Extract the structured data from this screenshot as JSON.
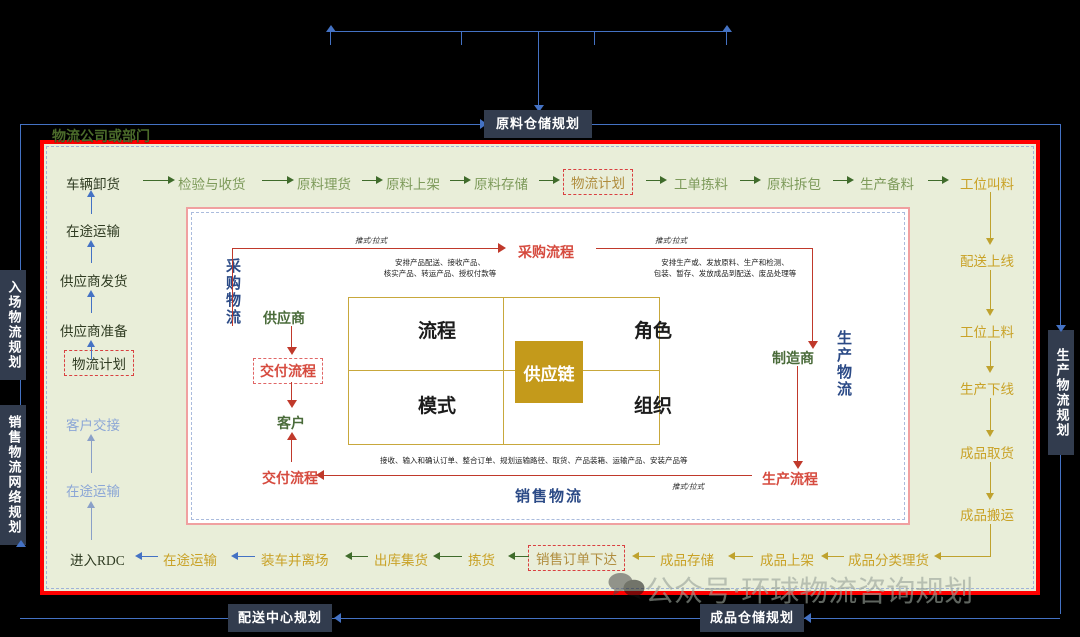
{
  "meta": {
    "corp_label": "物流公司或部门"
  },
  "outer_labels": {
    "top": "原料仓储规划",
    "bottom_left": "配送中心规划",
    "bottom_right": "成品仓储规划",
    "left_top": "入场物流规划",
    "left_bottom": "销售物流网络规划",
    "right": "生产物流规划"
  },
  "top_flow": [
    {
      "label": "车辆卸货",
      "style": "dark"
    },
    {
      "label": "检验与收货",
      "style": "green"
    },
    {
      "label": "原料理货",
      "style": "green"
    },
    {
      "label": "原料上架",
      "style": "green"
    },
    {
      "label": "原料存储",
      "style": "green"
    },
    {
      "label": "物流计划",
      "style": "dashed-gold"
    },
    {
      "label": "工单拣料",
      "style": "green"
    },
    {
      "label": "原料拆包",
      "style": "green"
    },
    {
      "label": "生产备料",
      "style": "green"
    },
    {
      "label": "工位叫料",
      "style": "gold"
    }
  ],
  "left_flow_upper": [
    {
      "label": "车辆卸货",
      "style": "dark"
    },
    {
      "label": "在途运输",
      "style": "dark"
    },
    {
      "label": "供应商发货",
      "style": "dark"
    },
    {
      "label": "供应商准备",
      "style": "dark"
    },
    {
      "label": "物流计划",
      "style": "dashed-dark"
    }
  ],
  "left_flow_lower": [
    {
      "label": "客户交接",
      "style": "blue"
    },
    {
      "label": "在途运输",
      "style": "blue"
    },
    {
      "label": "进入RDC",
      "style": "dark"
    }
  ],
  "right_flow": [
    {
      "label": "工位叫料",
      "style": "gold"
    },
    {
      "label": "配送上线",
      "style": "gold"
    },
    {
      "label": "工位上料",
      "style": "gold"
    },
    {
      "label": "生产下线",
      "style": "gold"
    },
    {
      "label": "成品取货",
      "style": "gold"
    },
    {
      "label": "成品搬运",
      "style": "gold"
    }
  ],
  "bottom_flow": [
    {
      "label": "进入RDC",
      "style": "dark"
    },
    {
      "label": "在途运输",
      "style": "gold"
    },
    {
      "label": "装车并离场",
      "style": "gold"
    },
    {
      "label": "出库集货",
      "style": "gold"
    },
    {
      "label": "拣货",
      "style": "gold"
    },
    {
      "label": "销售订单下达",
      "style": "dashed-gold"
    },
    {
      "label": "成品存储",
      "style": "gold"
    },
    {
      "label": "成品上架",
      "style": "gold"
    },
    {
      "label": "成品分类理货",
      "style": "gold"
    }
  ],
  "center": {
    "left_vertical": "采购物流",
    "right_vertical": "生产物流",
    "bottom_label": "销售物流",
    "purchase_process": "采购流程",
    "production_process": "生产流程",
    "delivery_process_top": "交付流程",
    "delivery_process_bottom": "交付流程",
    "supplier": "供应商",
    "customer": "客户",
    "manufacturer": "制造商",
    "push_pull": "推式/拉式",
    "note_left": "安排产品配送、接收产品、\n核实产品、转运产品、授权付款等",
    "note_left_line1": "安排产品配送、接收产品、",
    "note_left_line2": "核实产品、转运产品、授权付款等",
    "note_right_line1": "安排生产或、发放原料、生产和检测、",
    "note_right_line2": "包装、暂存、发放成品到配送、废品处理等",
    "note_bottom": "接收、输入和确认订单、整合订单、规划运输路径、取货、产品装箱、运输产品、安装产品等",
    "grid": {
      "top_left": "流程",
      "top_right": "角色",
      "bottom_left": "模式",
      "bottom_right": "组织",
      "center": "供应链"
    }
  },
  "watermark": {
    "text": "公众号·环球物流咨询规划",
    "icon": "wechat-icon"
  },
  "colors": {
    "frame_red": "#ff0000",
    "canvas_green": "#e9eed9",
    "navy": "#323c4e",
    "gold": "#c49a1b",
    "accent_red": "#d64b3f",
    "blue": "#4472c4"
  }
}
